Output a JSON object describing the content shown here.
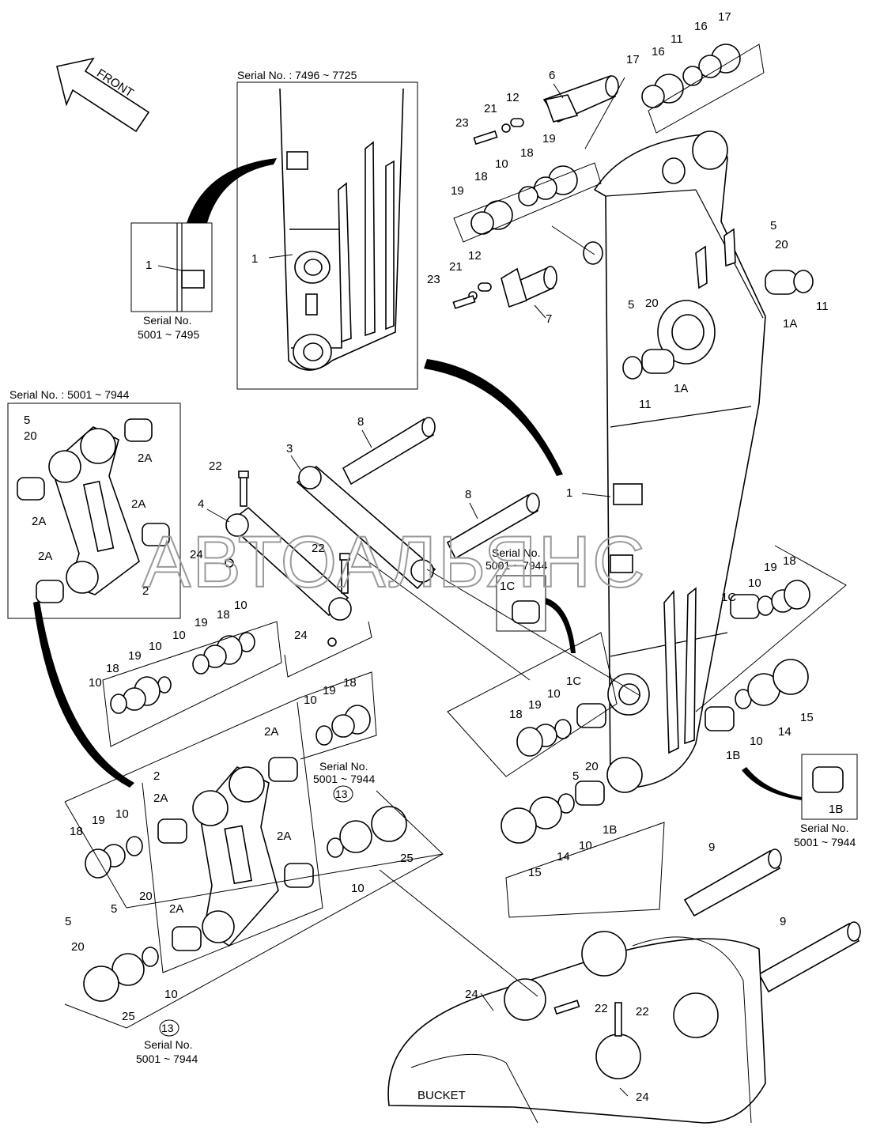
{
  "watermark": "АВТОАЛЬЯНС",
  "front_arrow": "FRONT",
  "serial_blocks": {
    "top_inset_title": "Serial No. : 7496 ~ 7725",
    "small_inset_line1": "Serial No.",
    "small_inset_line2": "5001 ~ 7495",
    "left_inset_title": "Serial No. : 5001 ~ 7944",
    "mid_1c_line1": "Serial No.",
    "mid_1c_line2": "5001 ~ 7944",
    "link_kit_line1": "Serial No.",
    "link_kit_line2": "5001 ~ 7944",
    "bottom_kit_line1": "Serial No.",
    "bottom_kit_line2": "5001 ~ 7944",
    "right_1b_line1": "Serial No.",
    "right_1b_line2": "5001 ~ 7944"
  },
  "bucket_label": "BUCKET",
  "callouts": {
    "c1": "1",
    "c1a": "1A",
    "c1b": "1B",
    "c1c": "1C",
    "c2": "2",
    "c2a": "2A",
    "c3": "3",
    "c4": "4",
    "c5": "5",
    "c6": "6",
    "c7": "7",
    "c8": "8",
    "c9": "9",
    "c10": "10",
    "c11": "11",
    "c12": "12",
    "c13": "13",
    "c14": "14",
    "c15": "15",
    "c16": "16",
    "c17": "17",
    "c18": "18",
    "c19": "19",
    "c20": "20",
    "c21": "21",
    "c22": "22",
    "c23": "23",
    "c24": "24",
    "c25": "25"
  }
}
